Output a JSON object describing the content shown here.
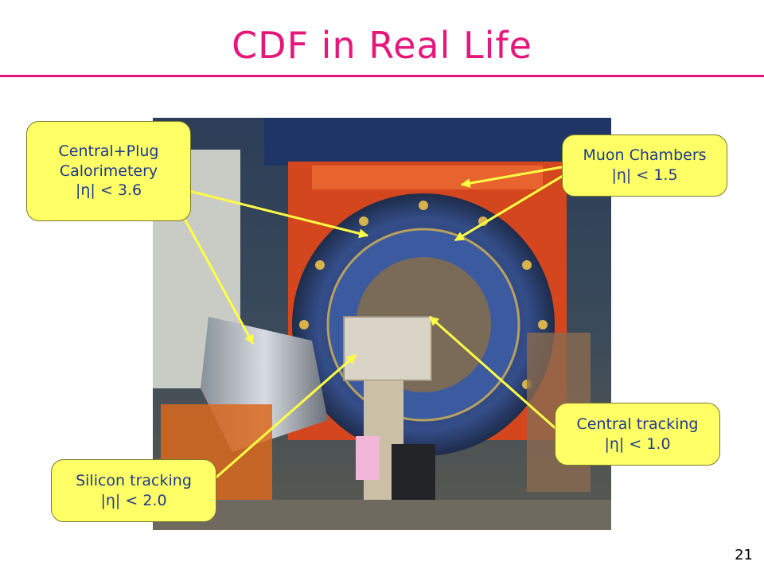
{
  "slide": {
    "title": "CDF in Real Life",
    "page_number": "21"
  },
  "colors": {
    "accent": "#e6177a",
    "callout_fill": "#ffff66",
    "callout_text": "#1f3a8a",
    "arrow": "#ffff44"
  },
  "callouts": {
    "calorimetry": {
      "line1": "Central+Plug",
      "line2": "Calorimetery",
      "line3": "|η| < 3.6"
    },
    "muon": {
      "line1": "Muon Chambers",
      "line2": "|η| < 1.5"
    },
    "central_tracking": {
      "line1": "Central tracking",
      "line2": "|η| < 1.0"
    },
    "silicon_tracking": {
      "line1": "Silicon tracking",
      "line2": "|η| < 2.0"
    }
  }
}
